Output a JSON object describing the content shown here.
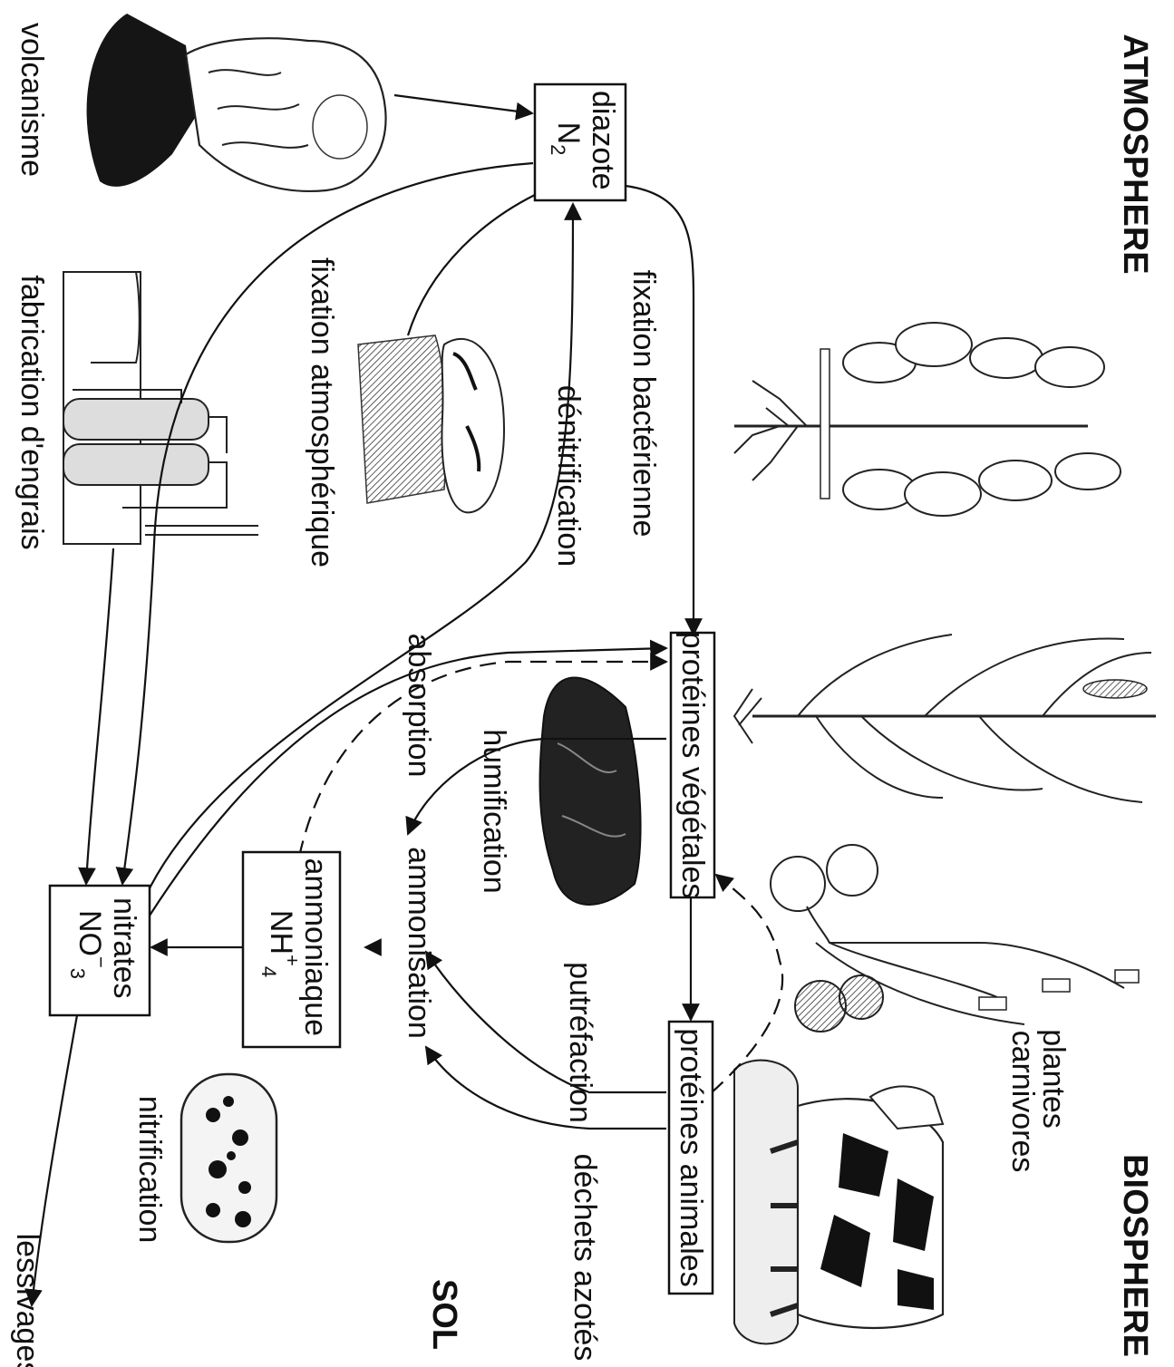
{
  "zones": {
    "atmosphere": "ATMOSPHERE",
    "biosphere": "BIOSPHERE",
    "sol": "SOL"
  },
  "boxes": {
    "diazote": {
      "name": "diazote",
      "formula": "N",
      "sub": "2"
    },
    "proteines_vegetales": {
      "name": "protéines végétales"
    },
    "proteines_animales": {
      "name": "protéines animales"
    },
    "ammoniaque": {
      "name": "ammoniaque",
      "formula": "NH",
      "sup": "+",
      "sub": "4"
    },
    "nitrates": {
      "name": "nitrates",
      "formula": "NO",
      "sup": "−",
      "sub": "3"
    }
  },
  "processes": {
    "volcanisme": "volcanisme",
    "fabrication": "fabrication d'engrais",
    "fixation_atmospherique": "fixation atmosphérique",
    "denitrification": "dénitrification",
    "fixation_bacterienne": "fixation bactérienne",
    "absorption": "absorption",
    "humification": "humification",
    "ammonisation": "ammonisation",
    "putrefaction": "putréfaction",
    "dechets": "déchets azotés",
    "nitrification": "nitrification",
    "lessivages": "lessivages",
    "plantes_line1": "plantes",
    "plantes_line2": "carnivores"
  }
}
